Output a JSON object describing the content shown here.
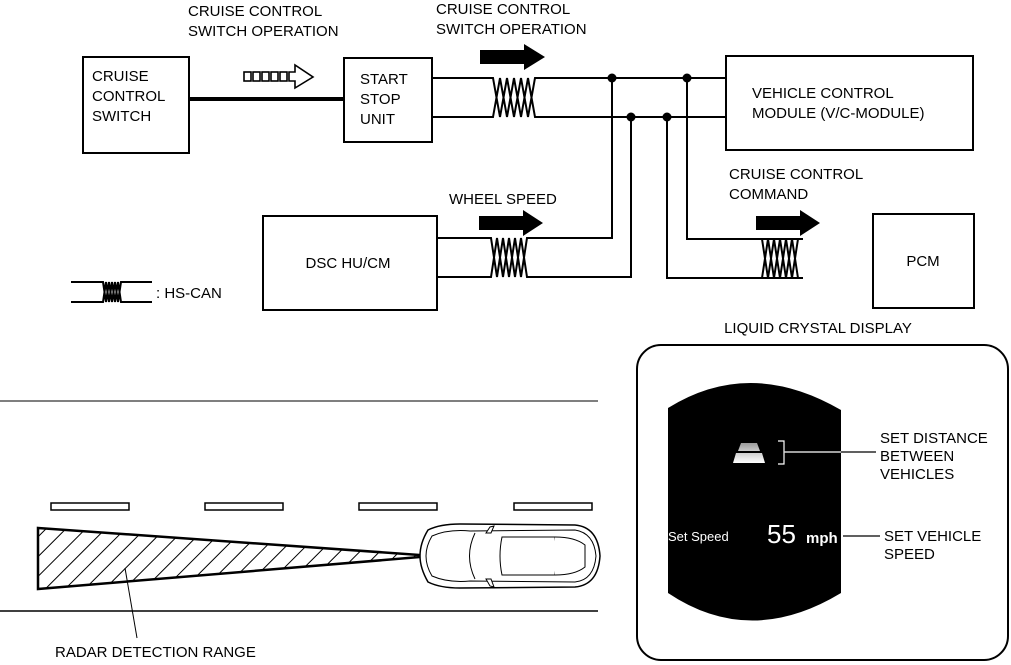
{
  "diagram": {
    "title_labels": {
      "switch_operation_1": [
        "CRUISE CONTROL",
        "SWITCH OPERATION"
      ],
      "switch_operation_2": [
        "CRUISE CONTROL",
        "SWITCH OPERATION"
      ],
      "wheel_speed": "WHEEL SPEED",
      "cruise_command": [
        "CRUISE CONTROL",
        "COMMAND"
      ]
    },
    "blocks": {
      "cruise_control_switch": [
        "CRUISE",
        "CONTROL",
        "SWITCH"
      ],
      "start_stop_unit": [
        "START",
        "STOP",
        "UNIT"
      ],
      "vehicle_control_module": [
        "VEHICLE CONTROL",
        "MODULE (V/C-MODULE)"
      ],
      "dsc": "DSC HU/CM",
      "pcm": "PCM"
    },
    "legend": {
      "hs_can": ": HS-CAN"
    },
    "lcd": {
      "title": "LIQUID CRYSTAL DISPLAY",
      "set_speed_label": "Set Speed",
      "speed_value": "55",
      "speed_unit": "mph",
      "callout_distance": [
        "SET DISTANCE",
        "BETWEEN",
        "VEHICLES"
      ],
      "callout_speed": [
        "SET VEHICLE",
        "SPEED"
      ]
    },
    "road": {
      "radar_label": "RADAR DETECTION RANGE"
    }
  }
}
